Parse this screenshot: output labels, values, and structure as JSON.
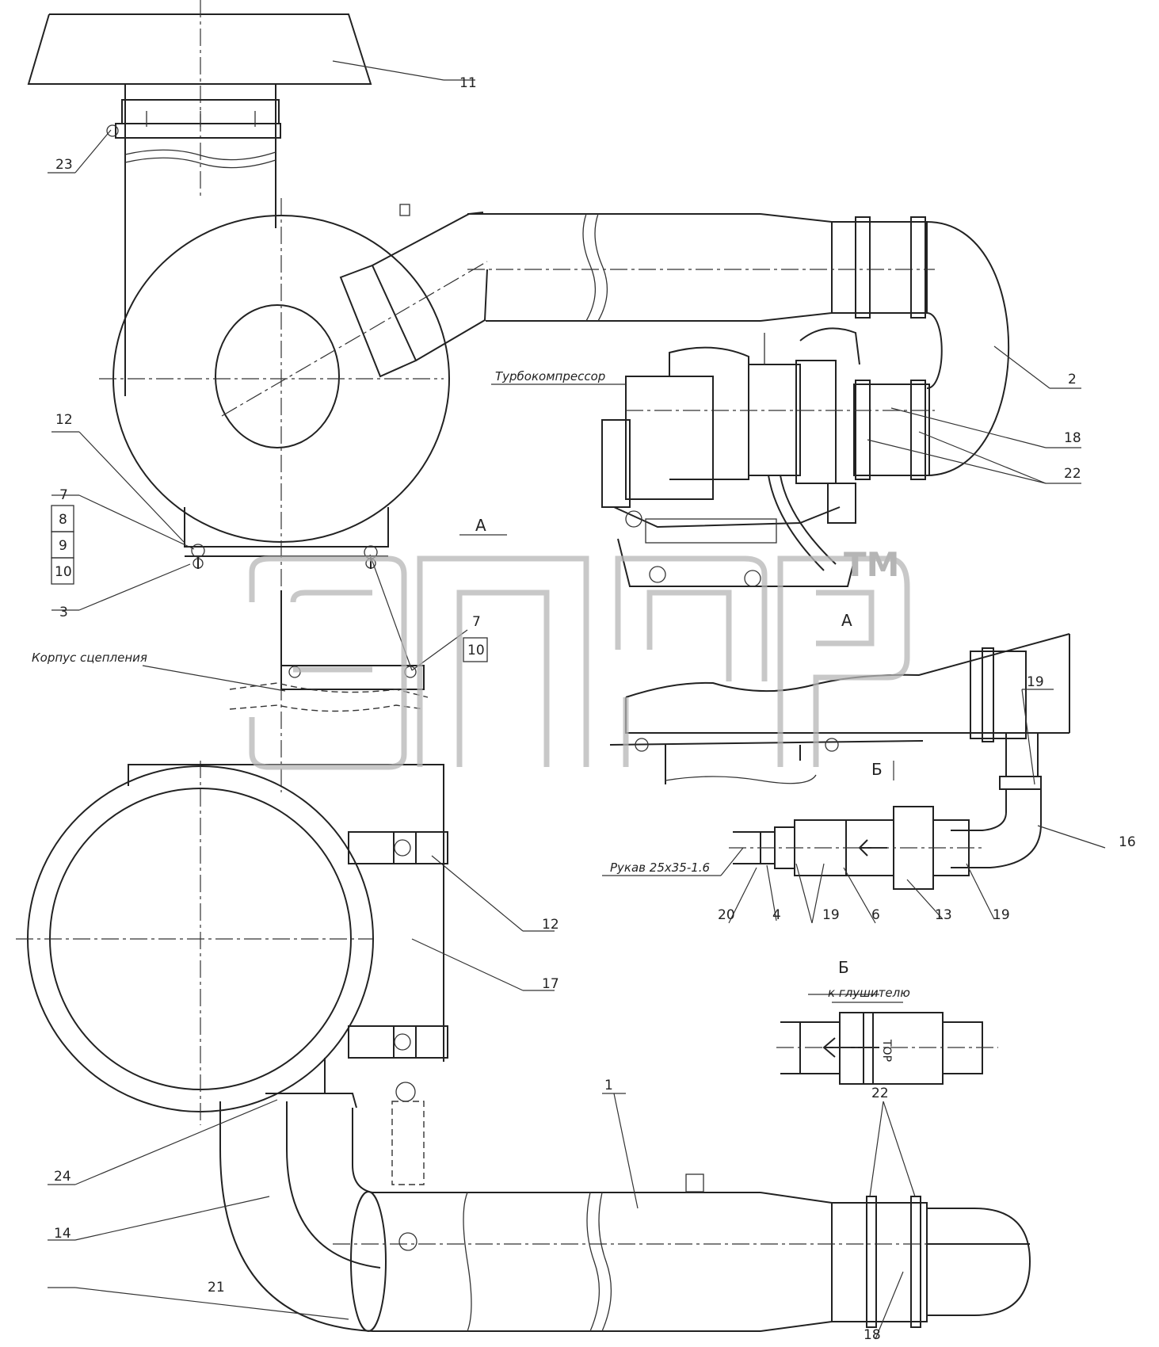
{
  "watermark": {
    "mark": "TM"
  },
  "labels": {
    "turbo": "Турбокомпрессор",
    "clutch": "Корпус сцепления",
    "hose": "Рукав 25х35-1.6",
    "muffler": "к глушителю",
    "top": "TOP",
    "view_a_arrow": "А",
    "view_a": "А",
    "section_b_cut": "Б",
    "section_b": "Б"
  },
  "callouts": {
    "c11": "11",
    "c23": "23",
    "c2": "2",
    "c18a": "18",
    "c22a": "22",
    "c12a": "12",
    "c7a": "7",
    "c8": "8",
    "c9": "9",
    "c10a": "10",
    "c3": "3",
    "c7b": "7",
    "c10b": "10",
    "c19a": "19",
    "c16": "16",
    "c20": "20",
    "c4": "4",
    "c19b": "19",
    "c6": "6",
    "c13": "13",
    "c19c": "19",
    "c12b": "12",
    "c17": "17",
    "c24": "24",
    "c14": "14",
    "c1": "1",
    "c22b": "22",
    "c21": "21",
    "c18b": "18"
  }
}
